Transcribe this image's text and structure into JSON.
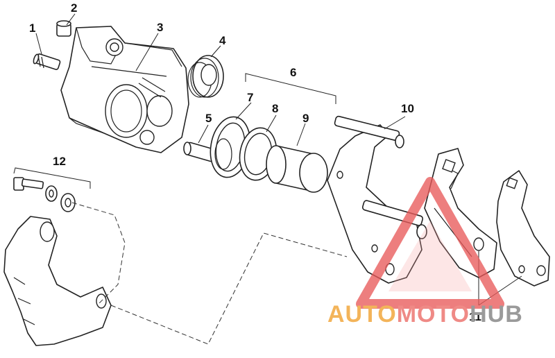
{
  "callouts": {
    "c1": "1",
    "c2": "2",
    "c3": "3",
    "c4": "4",
    "c5": "5",
    "c6": "6",
    "c7": "7",
    "c8": "8",
    "c9": "9",
    "c10": "10",
    "c11": "11",
    "c12": "12"
  },
  "watermark": {
    "part1": "AUTO",
    "part2": "MOTO",
    "part3": "HUB",
    "colors": {
      "auto": "#f3b45a",
      "moto": "#ef8a86",
      "hub": "#9a9a9a",
      "triangle": "#e85a5a"
    }
  }
}
